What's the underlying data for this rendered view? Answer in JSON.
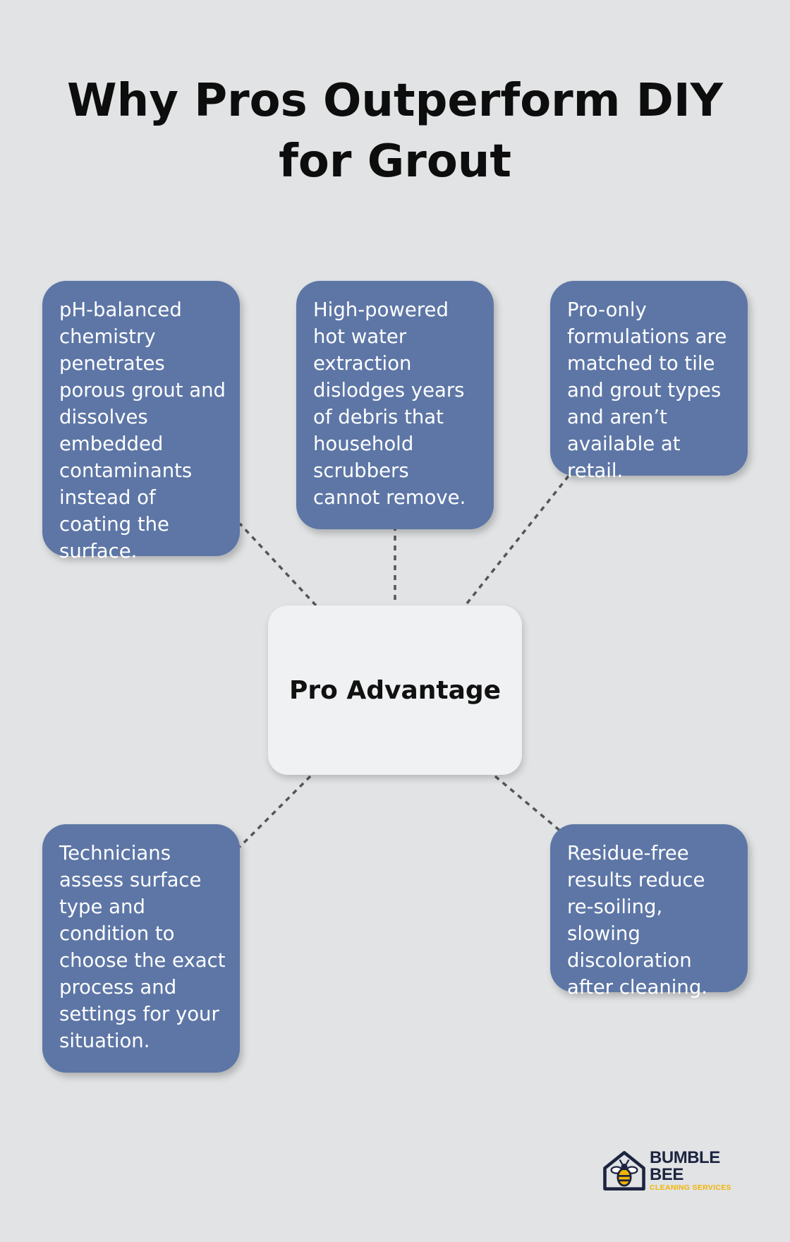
{
  "title": "Why Pros Outperform DIY for Grout",
  "hub": {
    "label": "Pro Advantage"
  },
  "cards": [
    {
      "text": "pH-balanced chemistry penetrates porous grout and dissolves embedded contaminants instead of coating the surface."
    },
    {
      "text": "High-powered hot water extraction dislodges years of debris that household scrubbers cannot remove."
    },
    {
      "text": "Pro-only formulations are matched to tile and grout types and aren’t available at retail."
    },
    {
      "text": "Technicians assess surface type and condition to choose the exact process and settings for your situation."
    },
    {
      "text": "Residue-free results reduce re-soiling, slowing discoloration after cleaning."
    }
  ],
  "logo": {
    "name": "BUMBLE BEE",
    "tagline": "CLEANING SERVICES",
    "icon": "bee-house-icon",
    "colors": {
      "navy": "#1c2440",
      "yellow": "#f5b400"
    }
  },
  "colors": {
    "background": "#e1e3e4",
    "card": "#5d76a6",
    "hub": "#f0f1f2",
    "connector": "#555555"
  }
}
